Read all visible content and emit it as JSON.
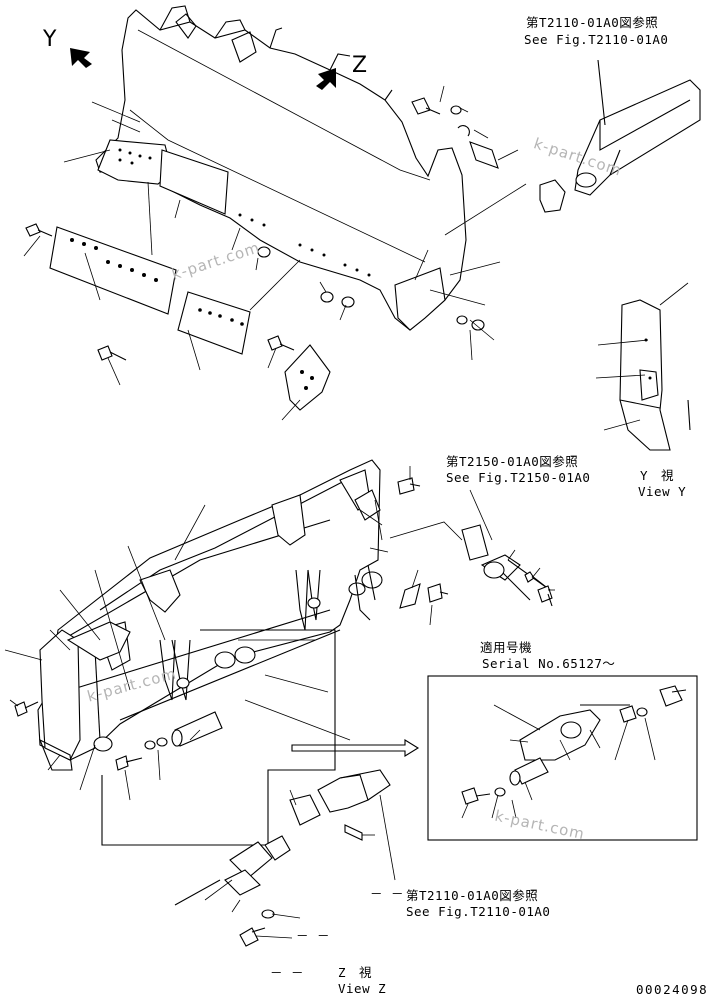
{
  "view_letters": {
    "y": "Y",
    "z": "Z"
  },
  "references": {
    "top": {
      "jp": "第T2110-01A0図参照",
      "en": "See Fig.T2110-01A0"
    },
    "middle": {
      "jp": "第T2150-01A0図参照",
      "en": "See Fig.T2150-01A0"
    },
    "bottom": {
      "jp": "第T2110-01A0図参照",
      "en": "See Fig.T2110-01A0"
    }
  },
  "views": {
    "y": {
      "jp": "Y　視",
      "en": "View Y"
    },
    "z": {
      "jp": "Z　視",
      "en": "View Z"
    }
  },
  "serial": {
    "jp": "適用号機",
    "en": "Serial No.65127～"
  },
  "dash_marks": {
    "ref_bottom": "－ －",
    "small": "－ －",
    "view_z": "－ －"
  },
  "watermark": "k-part.com",
  "drawing_number": "00024098",
  "colors": {
    "line": "#000000",
    "background": "#ffffff",
    "watermark": "#b5b5b5"
  }
}
